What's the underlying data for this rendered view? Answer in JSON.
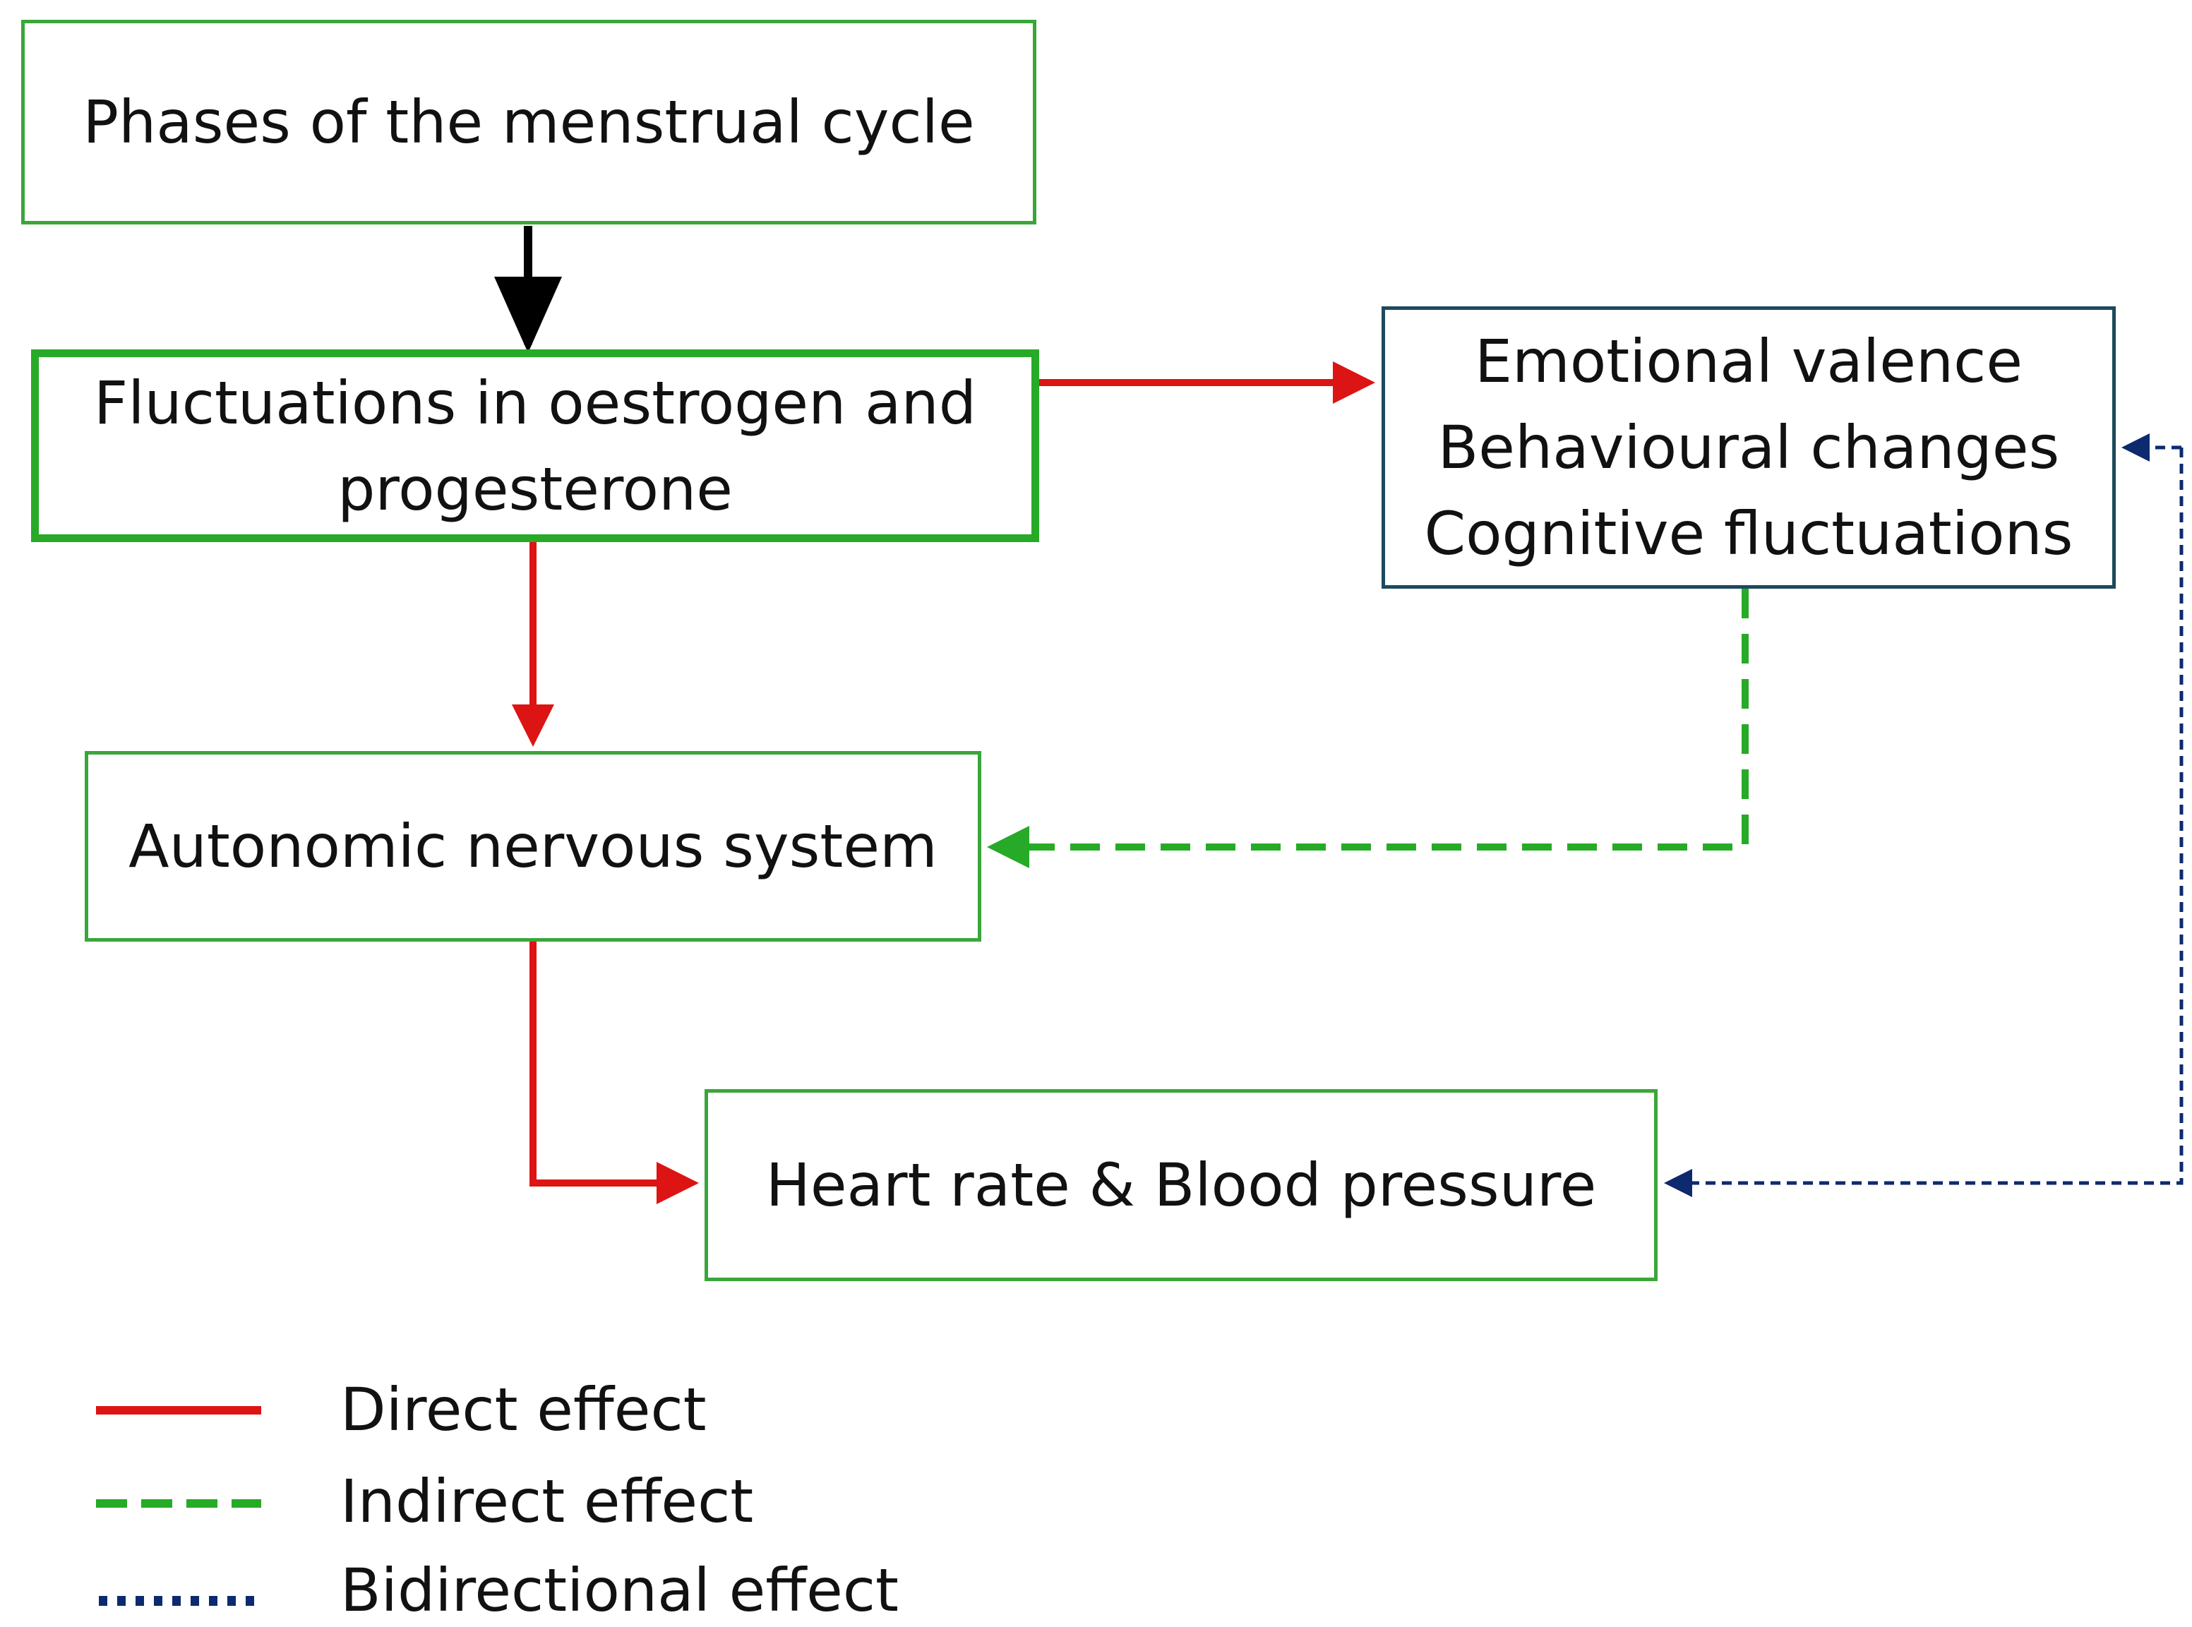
{
  "nodes": {
    "phases": {
      "label": "Phases of the menstrual cycle"
    },
    "fluctuations": {
      "line1": "Fluctuations in oestrogen and",
      "line2": "progesterone"
    },
    "emotional": {
      "line1": "Emotional valence",
      "line2": "Behavioural changes",
      "line3": "Cognitive fluctuations"
    },
    "ans": {
      "label": "Autonomic nervous system"
    },
    "heart": {
      "label": "Heart rate & Blood pressure"
    }
  },
  "legend": [
    {
      "label": "Direct effect",
      "style": "solid",
      "color": "#dc1414"
    },
    {
      "label": "Indirect effect",
      "style": "dashed",
      "color": "#27aa27"
    },
    {
      "label": "Bidirectional effect",
      "style": "dotted",
      "color": "#0d2a6e"
    }
  ],
  "colors": {
    "direct": "#dc1414",
    "indirect": "#27aa27",
    "bidirectional": "#0d2a6e",
    "neutral": "#000000"
  }
}
